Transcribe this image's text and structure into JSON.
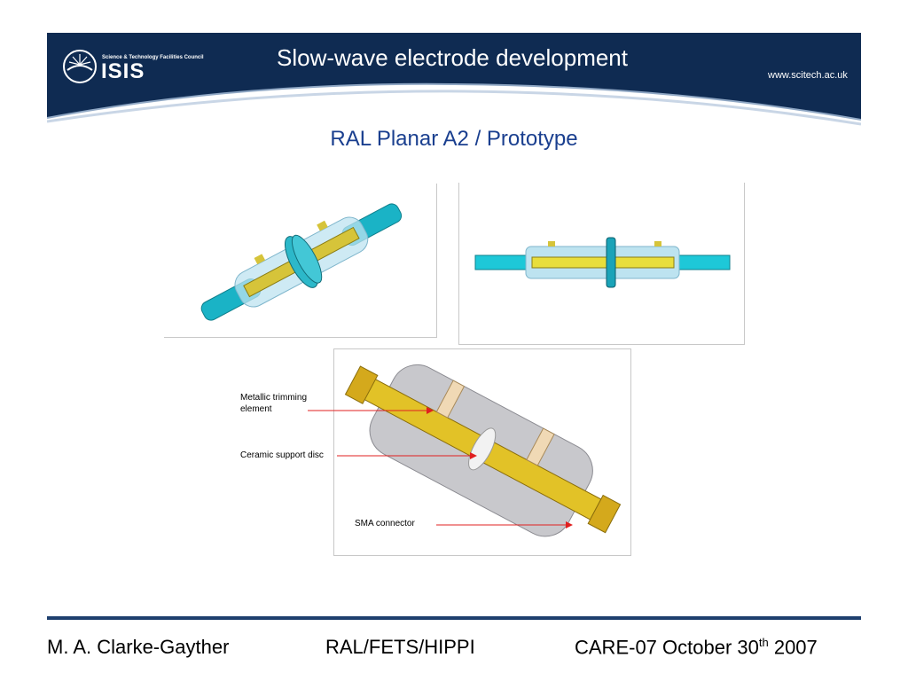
{
  "header": {
    "org_line": "Science & Technology Facilities Council",
    "logo_text": "ISIS",
    "title": "Slow-wave electrode development",
    "website": "www.scitech.ac.uk",
    "banner_color": "#0f2b52"
  },
  "subtitle": "RAL Planar A2 / Prototype",
  "annotations": {
    "trimming": "Metallic trimming element",
    "ceramic": "Ceramic support disc",
    "sma": "SMA connector"
  },
  "footer": {
    "author": "M. A. Clarke-Gayther",
    "project": "RAL/FETS/HIPPI",
    "event_prefix": "CARE-07 October 30",
    "event_sup": "th",
    "event_suffix": " 2007",
    "rule_color": "#1e3f6e"
  }
}
